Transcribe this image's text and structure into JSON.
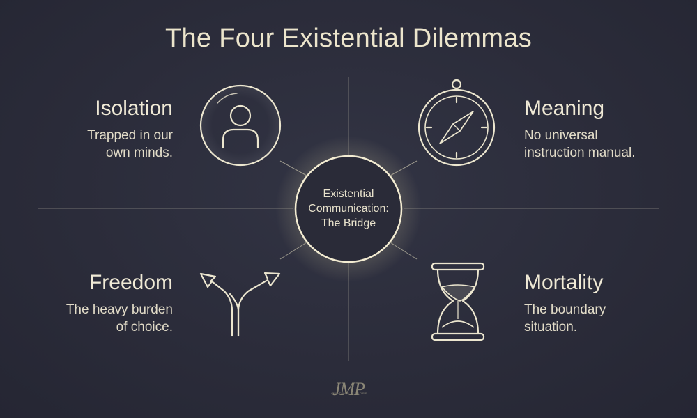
{
  "title": "The Four Existential Dilemmas",
  "center": {
    "line1": "Existential",
    "line2": "Communication:",
    "line3": "The Bridge"
  },
  "quadrants": {
    "isolation": {
      "heading": "Isolation",
      "line1": "Trapped in our",
      "line2": "own minds.",
      "icon": "person-in-circle-icon"
    },
    "meaning": {
      "heading": "Meaning",
      "line1": "No universal",
      "line2": "instruction manual.",
      "icon": "compass-icon"
    },
    "freedom": {
      "heading": "Freedom",
      "line1": "The heavy burden",
      "line2": "of choice.",
      "icon": "forking-arrows-icon"
    },
    "mortality": {
      "heading": "Mortality",
      "line1": "The boundary",
      "line2": "situation.",
      "icon": "hourglass-icon"
    }
  },
  "logo": {
    "mark": "JMP",
    "sub": "JONATHAN M. PORR"
  },
  "colors": {
    "background": "#2c2d3c",
    "line": "#ece6cf",
    "glow": "#f3e7b0"
  }
}
